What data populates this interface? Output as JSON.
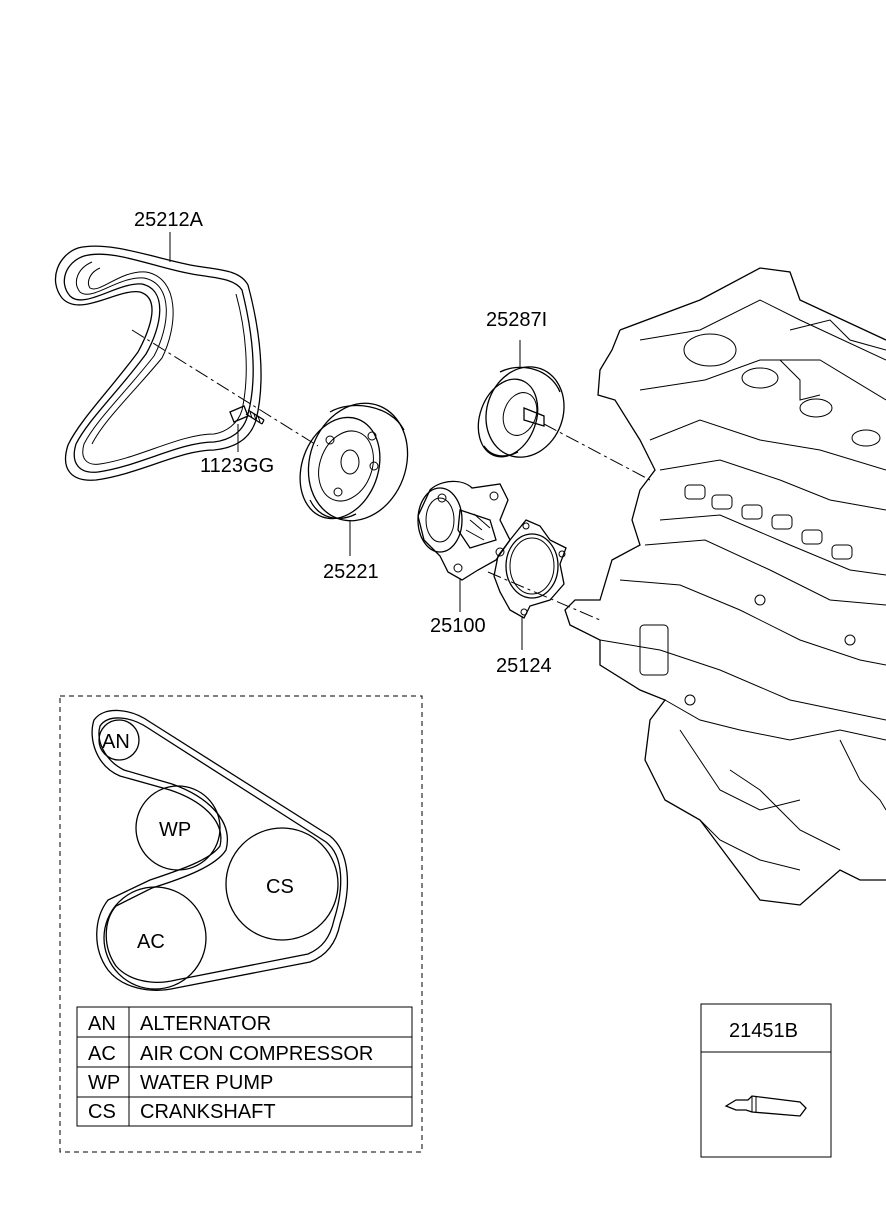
{
  "parts": {
    "belt": "25212A",
    "bolt": "1123GG",
    "idler_pulley": "25221",
    "tensioner": "25287I",
    "water_pump": "25100",
    "gasket": "25124",
    "sealant": "21451B"
  },
  "routing": {
    "pulleys": {
      "an": "AN",
      "wp": "WP",
      "cs": "CS",
      "ac": "AC"
    },
    "legend": [
      {
        "code": "AN",
        "name": "ALTERNATOR"
      },
      {
        "code": "AC",
        "name": "AIR CON COMPRESSOR"
      },
      {
        "code": "WP",
        "name": "WATER PUMP"
      },
      {
        "code": "CS",
        "name": "CRANKSHAFT"
      }
    ]
  }
}
